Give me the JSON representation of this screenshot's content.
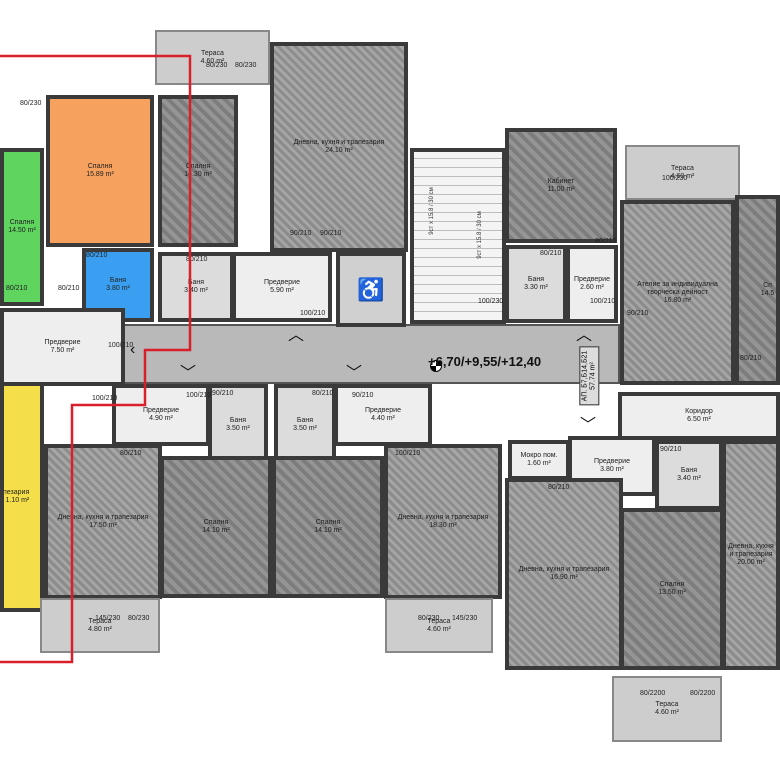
{
  "floor_level": "+6,70/+9,55/+12,40",
  "apartment_tag": {
    "code": "АП. Б7,Б14,Б21",
    "area": "57.74 m²"
  },
  "stair_note": "9ст х 15.8 / 30 см",
  "highlight_color": "#d9202a",
  "colors": {
    "green": "#5fd45f",
    "orange": "#f7a15e",
    "blue": "#3a9ff0",
    "yellow": "#f4df4a"
  },
  "rooms": [
    {
      "name": "Тераса",
      "area": "4.60 m²"
    },
    {
      "name": "Спалня",
      "area": "14.50 m²"
    },
    {
      "name": "Спалня",
      "area": "15.89 m²"
    },
    {
      "name": "Спалня",
      "area": "14.30 m²"
    },
    {
      "name": "Дневна, кухня и трапезария",
      "area": "24.10 m²"
    },
    {
      "name": "Баня",
      "area": "3.80 m²"
    },
    {
      "name": "Баня",
      "area": "3.40 m²"
    },
    {
      "name": "Предверие",
      "area": "5.90 m²"
    },
    {
      "name": "Кабинет",
      "area": "11.00 m²"
    },
    {
      "name": "Баня",
      "area": "3.30 m²"
    },
    {
      "name": "Предверие",
      "area": "2.60 m²"
    },
    {
      "name": "Тераса",
      "area": "4.60 m²"
    },
    {
      "name": "Ателие за индивидуална творческа дейност",
      "area": "16.80 m²"
    },
    {
      "name": "Сп",
      "area": "14.5"
    },
    {
      "name": "Предверие",
      "area": "7.50 m²"
    },
    {
      "name": "на, кухня и трапезария",
      "area": "1.10 m²"
    },
    {
      "name": "Предверие",
      "area": "4.90 m²"
    },
    {
      "name": "Дневна, кухня и трапезария",
      "area": "17.50 m²"
    },
    {
      "name": "Баня",
      "area": "3.50 m²"
    },
    {
      "name": "Баня",
      "area": "3.50 m²"
    },
    {
      "name": "Спалня",
      "area": "14.10 m²"
    },
    {
      "name": "Спалня",
      "area": "14.10 m²"
    },
    {
      "name": "Предверие",
      "area": "4.40 m²"
    },
    {
      "name": "Дневна, кухня и трапезария",
      "area": "18.30 m²"
    },
    {
      "name": "Тераса",
      "area": "4.80 m²"
    },
    {
      "name": "Тераса",
      "area": "4.60 m²"
    },
    {
      "name": "Коридор",
      "area": "6.50 m²"
    },
    {
      "name": "Мокро пом.",
      "area": "1.60 m²"
    },
    {
      "name": "Предверие",
      "area": "3.80 m²"
    },
    {
      "name": "Баня",
      "area": "3.40 m²"
    },
    {
      "name": "Дневна, кухня и трапезария",
      "area": "16.90 m²"
    },
    {
      "name": "Спалня",
      "area": "13.50 m²"
    },
    {
      "name": "Дневна, кухня и трапезария",
      "area": "20.00 m²"
    },
    {
      "name": "Тераса",
      "area": "4.60 m²"
    },
    {
      "name": "",
      "area": ""
    },
    {
      "name": "",
      "area": ""
    }
  ],
  "door_dims": [
    "80/230",
    "80/230",
    "80/230",
    "80/210",
    "80/210",
    "90/210",
    "90/210",
    "80/210",
    "80/210",
    "100/210",
    "100/210",
    "100/230",
    "100/210",
    "80/210",
    "90/210",
    "80/210",
    "80/210",
    "100/210",
    "80/210",
    "100/210",
    "90/210",
    "90/210",
    "80/210",
    "100/210",
    "145/230",
    "80/230",
    "80/230",
    "145/230",
    "100/230",
    "80/210",
    "90/210",
    "80/2200",
    "80/2200"
  ]
}
